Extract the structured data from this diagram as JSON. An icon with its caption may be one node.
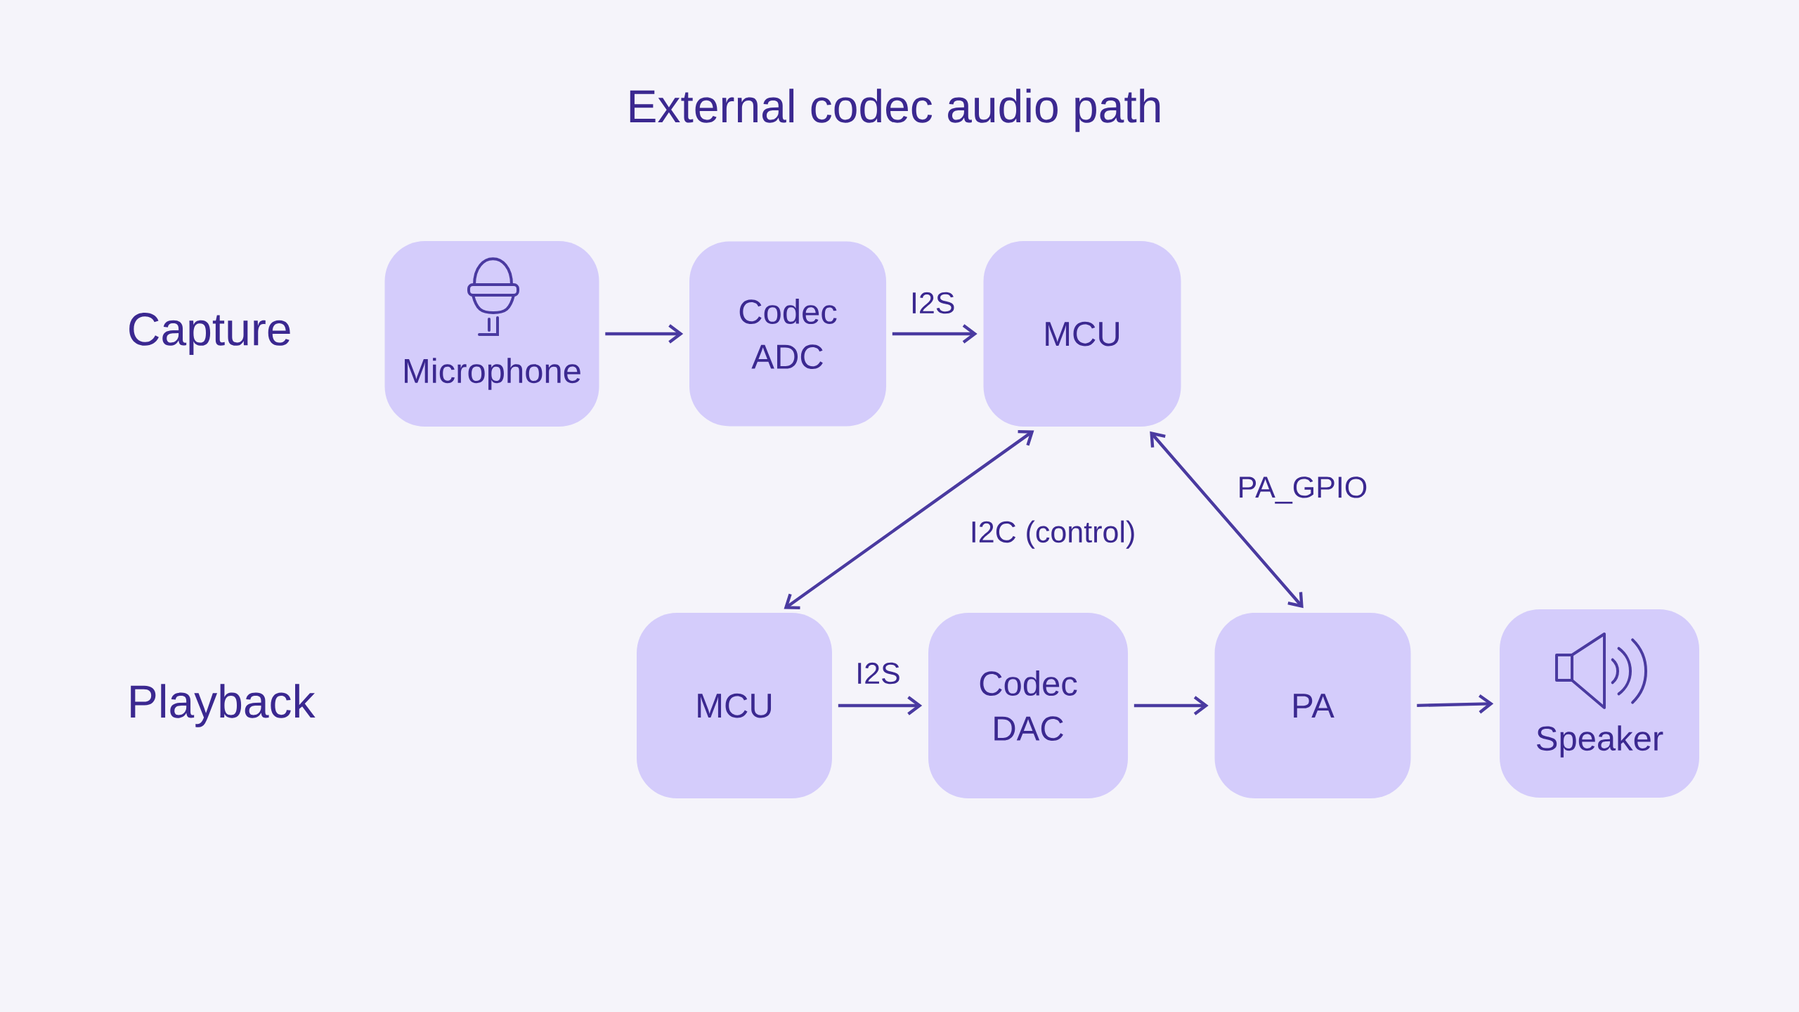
{
  "diagram": {
    "title": "External codec audio path",
    "nodes": [
      {
        "text": [
          "Microphone"
        ]
      },
      {
        "text": [
          "Codec ADC"
        ]
      },
      {
        "text": [
          "MCU"
        ]
      },
      {
        "text": [
          "MCU"
        ]
      },
      {
        "text": [
          "Codec DAC"
        ]
      },
      {
        "text": [
          "PA"
        ]
      },
      {
        "text": [
          "Speaker"
        ]
      }
    ],
    "edges": [
      {
        "from": 0,
        "to": 1,
        "arrow": "to"
      },
      {
        "from": 1,
        "to": 2,
        "arrow": "to",
        "label": "I2S"
      },
      {
        "from": 2,
        "to": 3,
        "arrow": "both",
        "label": "I2C (control)"
      },
      {
        "from": 2,
        "to": 5,
        "arrow": "both",
        "label": "PA_GPIO"
      },
      {
        "from": 3,
        "to": 4,
        "arrow": "to",
        "label": "I2S"
      },
      {
        "from": 4,
        "to": 5,
        "arrow": "to"
      },
      {
        "from": 5,
        "to": 6,
        "arrow": "to"
      }
    ],
    "labels": [
      "Capture",
      "Playback"
    ]
  }
}
